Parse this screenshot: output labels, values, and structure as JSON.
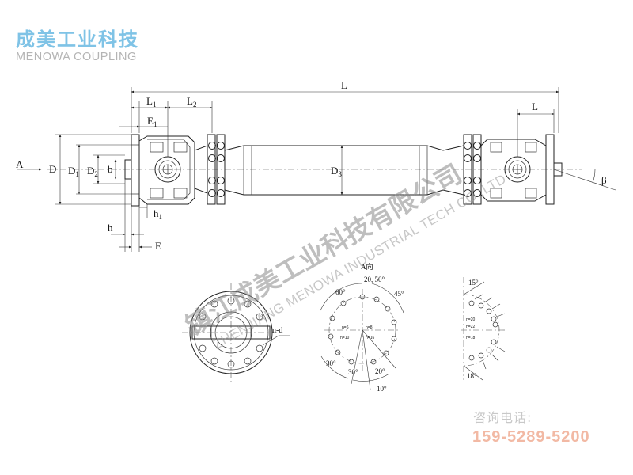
{
  "logo": {
    "cn": "成美工业科技",
    "en": "MENOWA COUPLING"
  },
  "watermark": {
    "cn": "镇江成美工业科技有限公司",
    "en": "ZHENJIANG MENOWA INDUSTRIAL TECH CO.,LTD"
  },
  "contact": {
    "label": "咨询电话:",
    "phone": "159-5289-5200",
    "phone_color": "#f2b9a4"
  },
  "labels": {
    "L": "L",
    "L1": "L",
    "L1_sub": "1",
    "L2": "L",
    "L2_sub": "2",
    "L1_right": "L",
    "L1_right_sub": "1",
    "E1": "E",
    "E1_sub": "1",
    "A": "A",
    "D": "D",
    "D1": "D",
    "D1_sub": "1",
    "D2": "D",
    "D2_sub": "2",
    "b": "b",
    "D3": "D",
    "D3_sub": "3",
    "h1": "h",
    "h1_sub": "1",
    "h": "h",
    "E": "E",
    "beta": "β",
    "nd": "n-d",
    "view_a": "A向"
  },
  "angle_view": {
    "top": "20, 50°",
    "left_top": "60°",
    "right_top": "45°",
    "left_bottom": "30°",
    "bottom_mid": "30°",
    "bottom_right": "20°",
    "bottom": "10°",
    "n6": "n=6",
    "n8": "n=8",
    "n10": "n=10",
    "n16": "n=16"
  },
  "angle_partial": {
    "top": "15°",
    "bottom": "18°",
    "n20": "n=20",
    "n22": "n=22",
    "n18": "n=18"
  }
}
